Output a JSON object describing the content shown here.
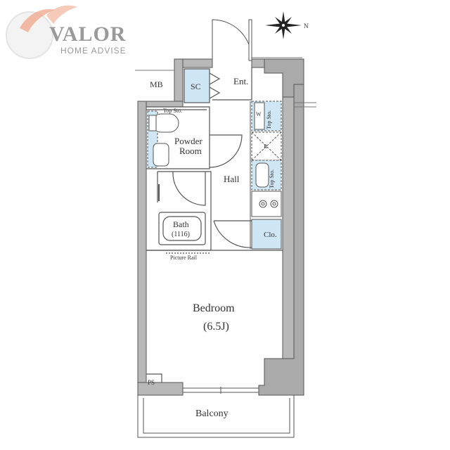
{
  "logo": {
    "brand": "VALOR",
    "tagline": "HOME ADVISE"
  },
  "compass": {
    "north_letter": "N"
  },
  "rooms": {
    "mb": "MB",
    "sc": "SC",
    "entrance": "Ent.",
    "top_storage_left": "Top Sto.",
    "powder_room_line1": "Powder",
    "powder_room_line2": "Room",
    "washer": "W",
    "top_storage_kitchen_1": "Top Sto.",
    "refrigerator": "R",
    "top_storage_kitchen_2": "Top Sto.",
    "hall": "Hall",
    "bath": "Bath",
    "bath_size": "(1116)",
    "closet": "Clo.",
    "picture_rail": "Picture Rail",
    "bedroom": "Bedroom",
    "bedroom_size": "(6.5J)",
    "ps": "PS",
    "balcony": "Balcony"
  },
  "colors": {
    "wall": "#b8b8b8",
    "wall_dark": "#aaaaaa",
    "line": "#555555",
    "fixture_blue": "#cfe6f4",
    "logo_orange": "#f0a68a",
    "logo_gray": "#9a9a9a"
  }
}
